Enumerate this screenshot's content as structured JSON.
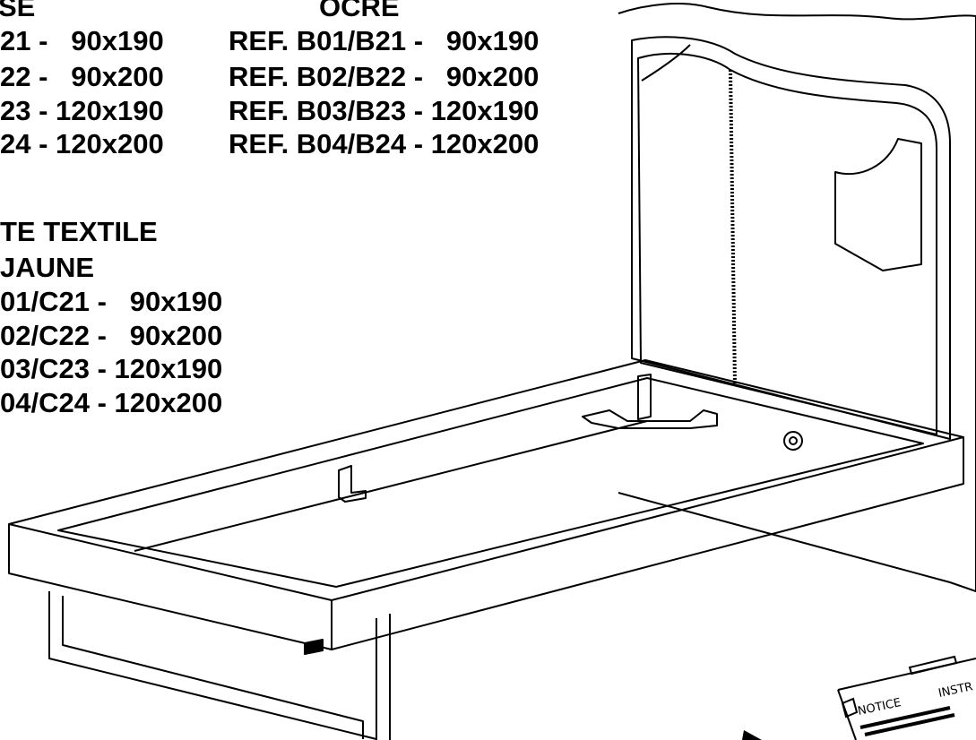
{
  "header_left": "SE",
  "header_right": "OCRE",
  "left_refs": [
    "21 -   90x190",
    "22 -   90x200",
    "23 - 120x190",
    "24 - 120x200"
  ],
  "right_refs": [
    "REF. B01/B21 -   90x190",
    "REF. B02/B22 -   90x200",
    "REF. B03/B23 - 120x190",
    "REF. B04/B24 - 120x200"
  ],
  "textile_title": "TE TEXTILE",
  "textile_color": "JAUNE",
  "textile_refs": [
    "01/C21 -   90x190",
    "02/C22 -   90x200",
    "03/C23 - 120x190",
    "04/C24 - 120x200"
  ],
  "notice_label": "NOTICE",
  "instr_label": "INSTR",
  "colors": {
    "ink": "#000000",
    "paper": "#ffffff"
  }
}
